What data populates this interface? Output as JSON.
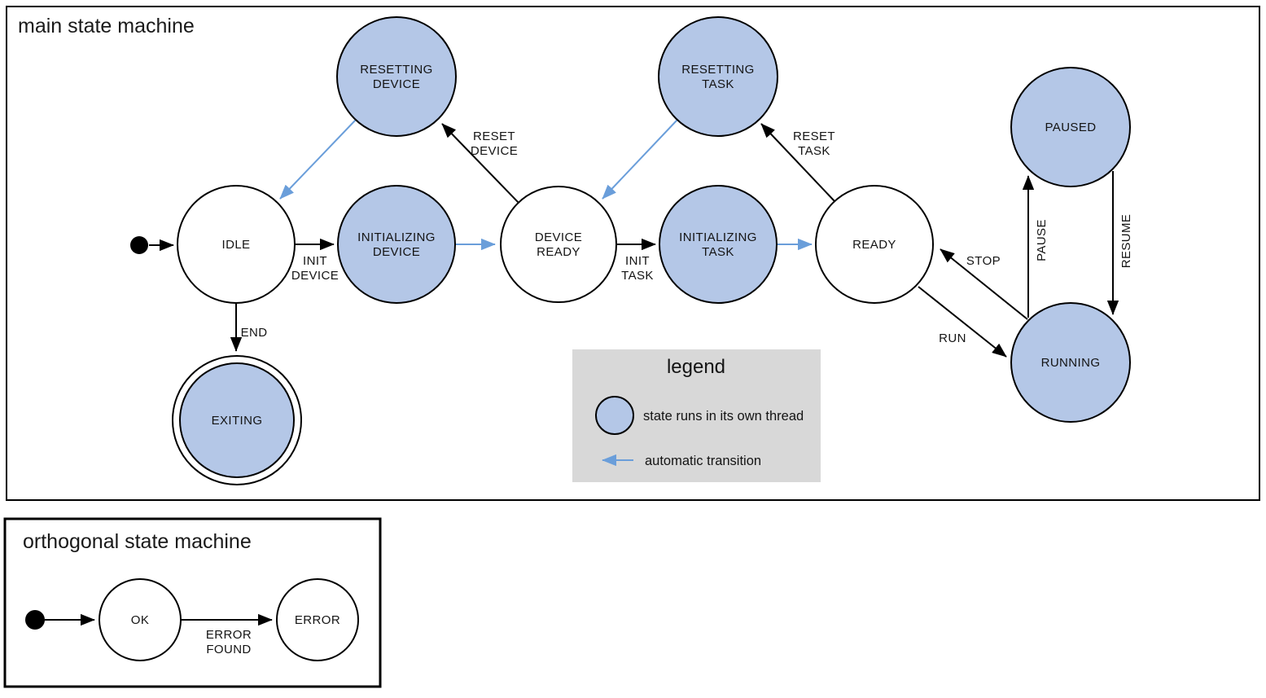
{
  "colors": {
    "threaded_state_fill": "#b4c7e7",
    "normal_state_fill": "#ffffff",
    "state_stroke": "#000000",
    "automatic_transition_arrow": "#6a9eda",
    "normal_transition_arrow": "#000000",
    "legend_background": "#d8d8d8",
    "text": "#141414"
  },
  "main_machine": {
    "title": "main state machine",
    "states": [
      {
        "id": "idle",
        "lines": [
          "IDLE"
        ],
        "threaded": false,
        "final": false
      },
      {
        "id": "resetting-device",
        "lines": [
          "RESETTING",
          "DEVICE"
        ],
        "threaded": true,
        "final": false
      },
      {
        "id": "initializing-device",
        "lines": [
          "INITIALIZING",
          "DEVICE"
        ],
        "threaded": true,
        "final": false
      },
      {
        "id": "device-ready",
        "lines": [
          "DEVICE",
          "READY"
        ],
        "threaded": false,
        "final": false
      },
      {
        "id": "resetting-task",
        "lines": [
          "RESETTING",
          "TASK"
        ],
        "threaded": true,
        "final": false
      },
      {
        "id": "initializing-task",
        "lines": [
          "INITIALIZING",
          "TASK"
        ],
        "threaded": true,
        "final": false
      },
      {
        "id": "ready",
        "lines": [
          "READY"
        ],
        "threaded": false,
        "final": false
      },
      {
        "id": "paused",
        "lines": [
          "PAUSED"
        ],
        "threaded": true,
        "final": false
      },
      {
        "id": "running",
        "lines": [
          "RUNNING"
        ],
        "threaded": true,
        "final": false
      },
      {
        "id": "exiting",
        "lines": [
          "EXITING"
        ],
        "threaded": true,
        "final": true
      }
    ],
    "transitions": [
      {
        "from": "initial",
        "to": "idle",
        "lines": [],
        "automatic": false
      },
      {
        "from": "idle",
        "to": "initializing-device",
        "lines": [
          "INIT",
          "DEVICE"
        ],
        "automatic": false
      },
      {
        "from": "initializing-device",
        "to": "device-ready",
        "lines": [],
        "automatic": true
      },
      {
        "from": "device-ready",
        "to": "resetting-device",
        "lines": [
          "RESET",
          "DEVICE"
        ],
        "automatic": false
      },
      {
        "from": "resetting-device",
        "to": "idle",
        "lines": [],
        "automatic": true
      },
      {
        "from": "device-ready",
        "to": "initializing-task",
        "lines": [
          "INIT",
          "TASK"
        ],
        "automatic": false
      },
      {
        "from": "initializing-task",
        "to": "ready",
        "lines": [],
        "automatic": true
      },
      {
        "from": "ready",
        "to": "resetting-task",
        "lines": [
          "RESET",
          "TASK"
        ],
        "automatic": false
      },
      {
        "from": "resetting-task",
        "to": "device-ready",
        "lines": [],
        "automatic": true
      },
      {
        "from": "ready",
        "to": "running",
        "lines": [
          "RUN"
        ],
        "automatic": false
      },
      {
        "from": "running",
        "to": "ready",
        "lines": [
          "STOP"
        ],
        "automatic": false
      },
      {
        "from": "running",
        "to": "paused",
        "lines": [
          "PAUSE"
        ],
        "automatic": false
      },
      {
        "from": "paused",
        "to": "running",
        "lines": [
          "RESUME"
        ],
        "automatic": false
      },
      {
        "from": "idle",
        "to": "exiting",
        "lines": [
          "END"
        ],
        "automatic": false
      }
    ]
  },
  "legend": {
    "title": "legend",
    "items": [
      {
        "symbol": "threaded-state-circle",
        "label": "state runs in its own thread"
      },
      {
        "symbol": "automatic-transition-arrow",
        "label": "automatic transition"
      }
    ]
  },
  "orthogonal_machine": {
    "title": "orthogonal state machine",
    "states": [
      {
        "id": "ok",
        "lines": [
          "OK"
        ],
        "threaded": false,
        "final": false
      },
      {
        "id": "error",
        "lines": [
          "ERROR"
        ],
        "threaded": false,
        "final": false
      }
    ],
    "transitions": [
      {
        "from": "initial",
        "to": "ok",
        "lines": [],
        "automatic": false
      },
      {
        "from": "ok",
        "to": "error",
        "lines": [
          "ERROR",
          "FOUND"
        ],
        "automatic": false
      }
    ]
  }
}
